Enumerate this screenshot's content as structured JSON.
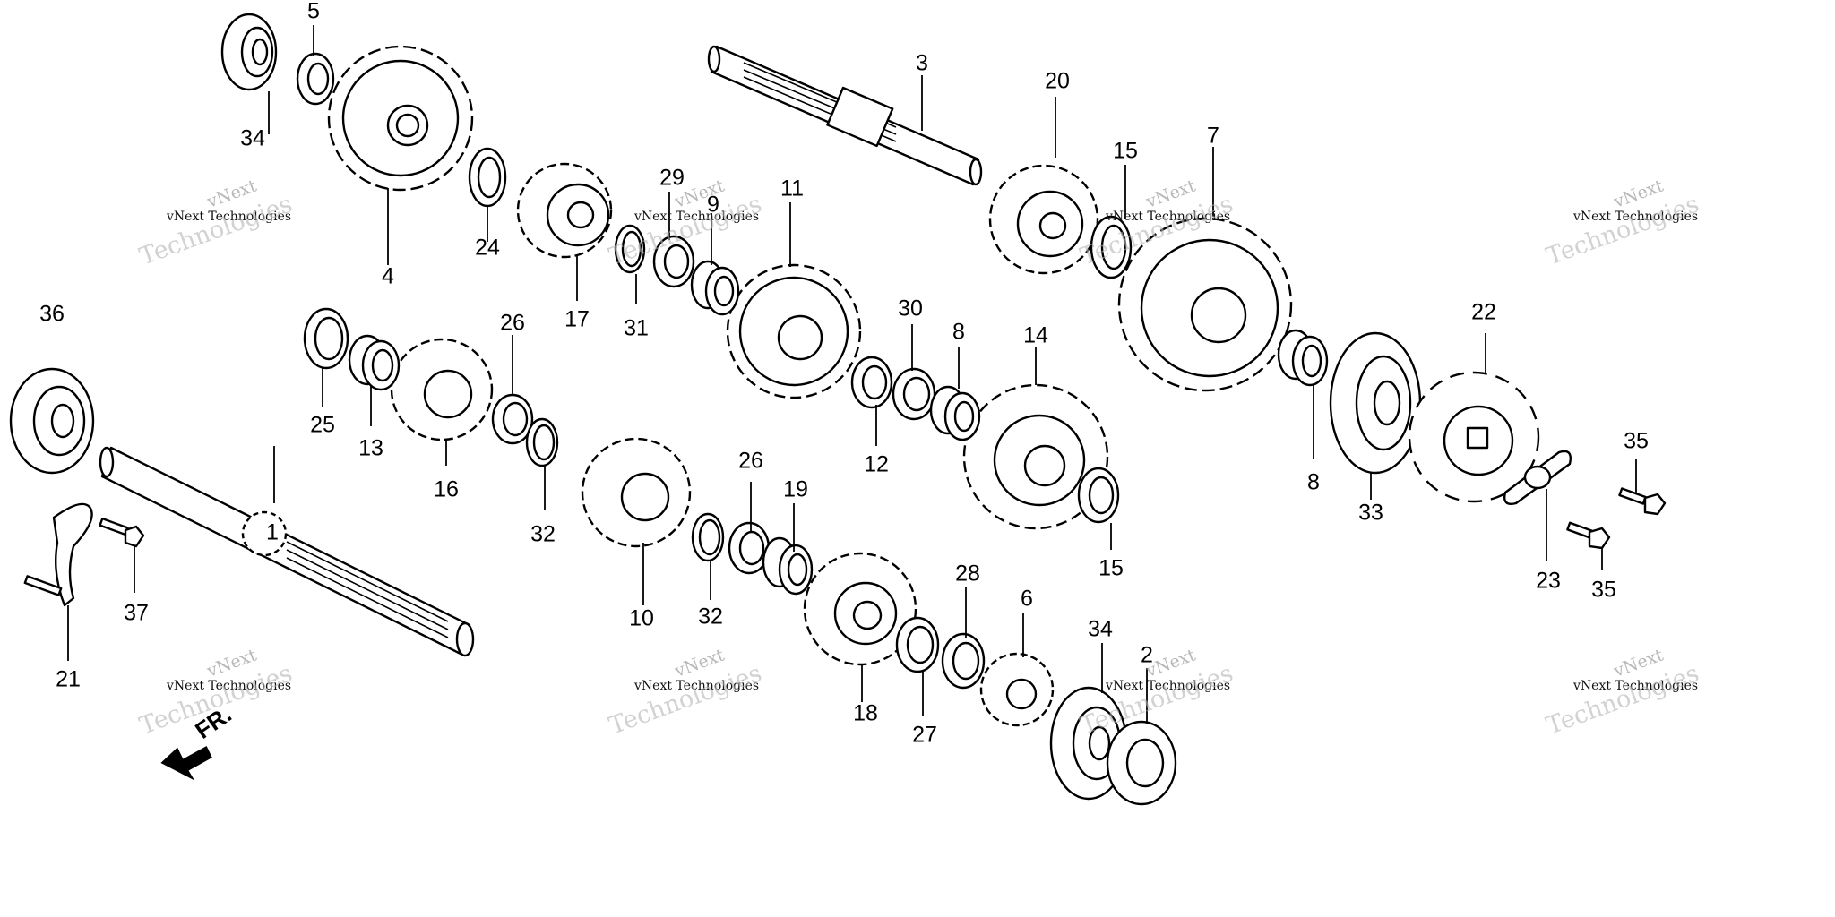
{
  "diagram": {
    "direction_label": "FR.",
    "watermark": {
      "line1": "vNext",
      "line2": "vNext Technologies",
      "line3": "Technologies"
    },
    "part_labels": [
      "1",
      "2",
      "3",
      "4",
      "5",
      "6",
      "7",
      "8",
      "8",
      "9",
      "10",
      "11",
      "12",
      "13",
      "14",
      "15",
      "15",
      "16",
      "17",
      "18",
      "19",
      "20",
      "21",
      "22",
      "23",
      "24",
      "25",
      "26",
      "26",
      "27",
      "28",
      "29",
      "30",
      "31",
      "32",
      "32",
      "33",
      "34",
      "34",
      "35",
      "35",
      "36",
      "37"
    ]
  }
}
